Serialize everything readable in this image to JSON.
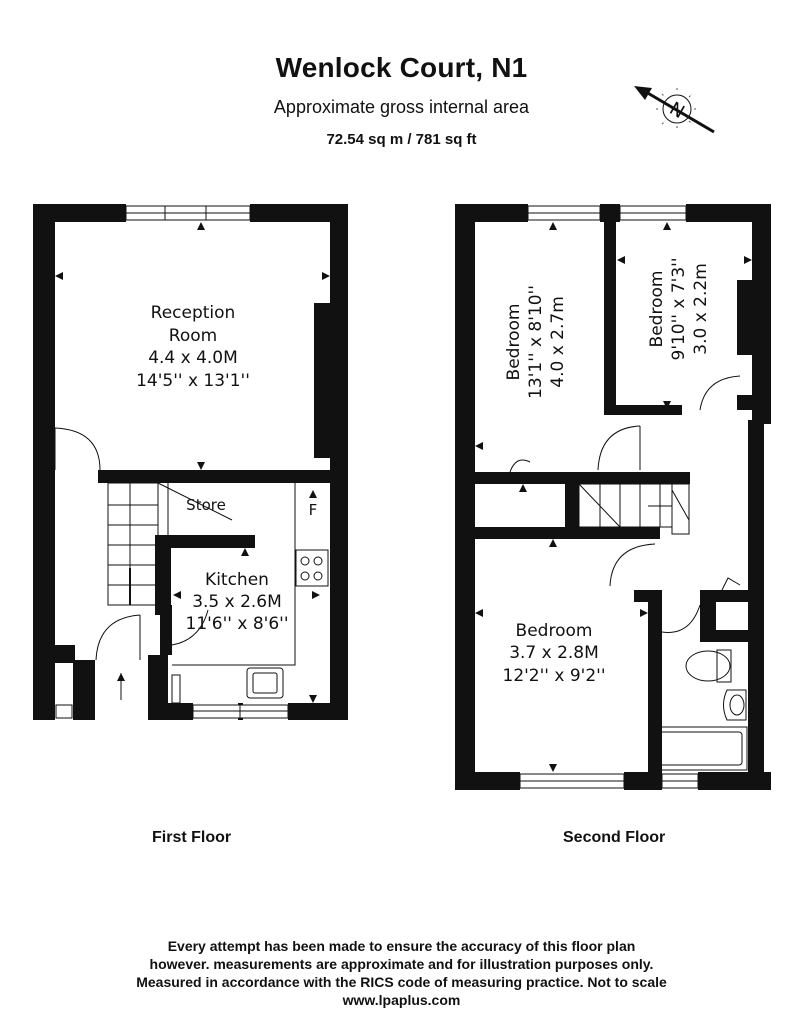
{
  "header": {
    "title": "Wenlock Court, N1",
    "subtitle": "Approximate gross internal area",
    "area": "72.54 sq m / 781 sq ft"
  },
  "compass": {
    "icon": "compass-north-icon",
    "letter": "N"
  },
  "floors": {
    "first": {
      "label": "First Floor",
      "reception": {
        "name_1": "Reception",
        "name_2": "Room",
        "metric": "4.4 x 4.0M",
        "imperial": "14'5'' x 13'1''"
      },
      "store": {
        "name": "Store"
      },
      "fridge": {
        "name": "F"
      },
      "kitchen": {
        "name": "Kitchen",
        "metric": "3.5 x 2.6M",
        "imperial": "11'6'' x 8'6''"
      }
    },
    "second": {
      "label": "Second Floor",
      "bedroom_1": {
        "name": "Bedroom",
        "imperial": "13'1'' x 8'10''",
        "metric": "4.0 x 2.7m"
      },
      "bedroom_2": {
        "name": "Bedroom",
        "imperial": "9'10'' x 7'3''",
        "metric": "3.0 x 2.2m"
      },
      "bedroom_3": {
        "name": "Bedroom",
        "metric": "3.7 x 2.8M",
        "imperial": "12'2'' x 9'2''"
      }
    }
  },
  "footer": {
    "line_1": "Every attempt has been made to ensure the accuracy of this floor plan",
    "line_2": "however. measurements are approximate and for illustration purposes only.",
    "line_3": "Measured in accordance with the RICS code of measuring practice. Not to scale",
    "line_4": "www.lpaplus.com"
  }
}
